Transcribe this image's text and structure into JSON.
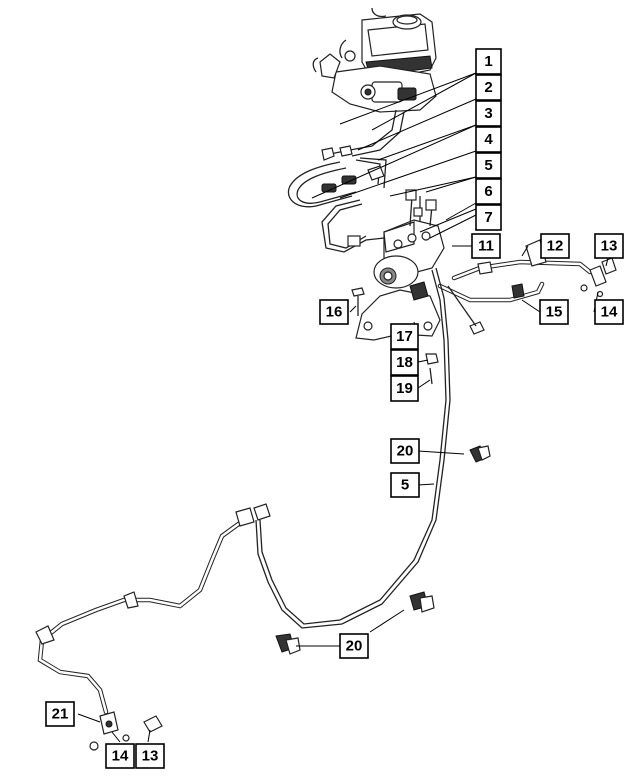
{
  "callouts": [
    {
      "id": "c1",
      "label": "1"
    },
    {
      "id": "c2",
      "label": "2"
    },
    {
      "id": "c3",
      "label": "3"
    },
    {
      "id": "c4",
      "label": "4"
    },
    {
      "id": "c5",
      "label": "5"
    },
    {
      "id": "c6",
      "label": "6"
    },
    {
      "id": "c7",
      "label": "7"
    },
    {
      "id": "c11",
      "label": "11"
    },
    {
      "id": "c12",
      "label": "12"
    },
    {
      "id": "c13a",
      "label": "13"
    },
    {
      "id": "c14a",
      "label": "14"
    },
    {
      "id": "c15",
      "label": "15"
    },
    {
      "id": "c16",
      "label": "16"
    },
    {
      "id": "c17",
      "label": "17"
    },
    {
      "id": "c18",
      "label": "18"
    },
    {
      "id": "c19",
      "label": "19"
    },
    {
      "id": "c20a",
      "label": "20"
    },
    {
      "id": "c5b",
      "label": "5"
    },
    {
      "id": "c20b",
      "label": "20"
    },
    {
      "id": "c21",
      "label": "21"
    },
    {
      "id": "c14b",
      "label": "14"
    },
    {
      "id": "c13b",
      "label": "13"
    }
  ]
}
